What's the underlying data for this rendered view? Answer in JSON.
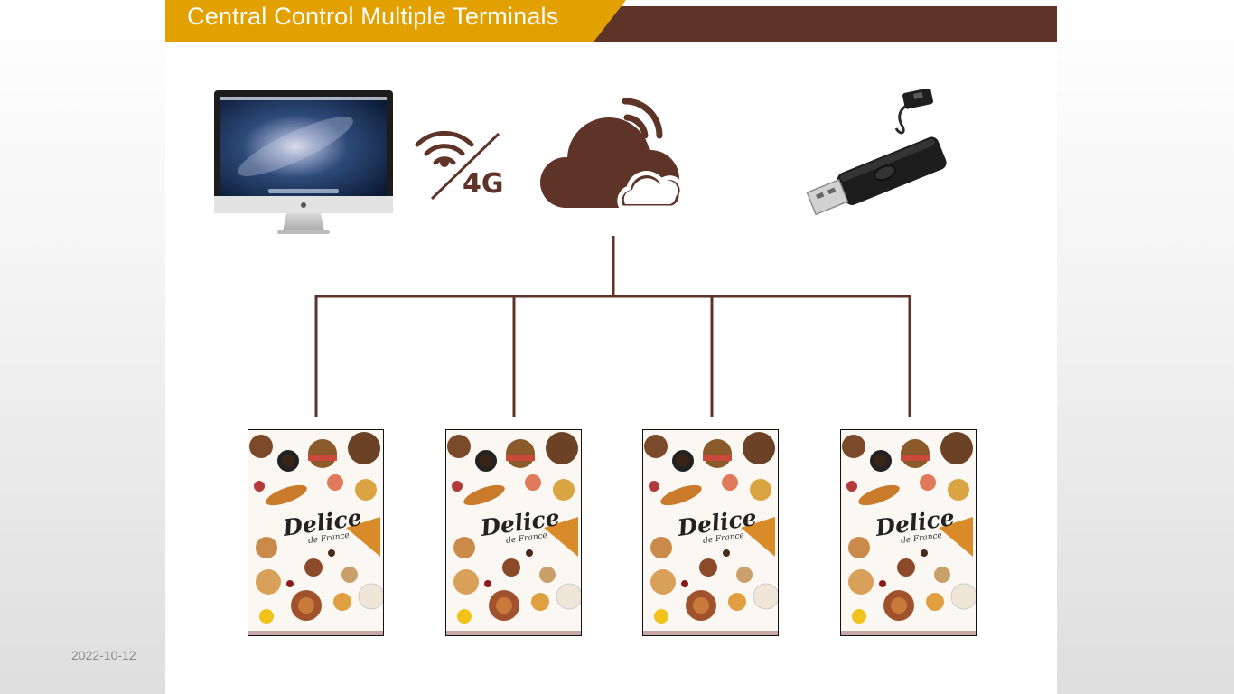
{
  "header": {
    "title": "Central Control Multiple Terminals"
  },
  "footer": {
    "date": "2022-10-12"
  },
  "network": {
    "label": "4G"
  },
  "diagram": {
    "nodes": [
      "computer-monitor",
      "wifi-4g",
      "cloud",
      "usb-drive"
    ],
    "terminals": [
      {
        "brand": "Delice",
        "sub": "de France"
      },
      {
        "brand": "Delice",
        "sub": "de France"
      },
      {
        "brand": "Delice",
        "sub": "de France"
      },
      {
        "brand": "Delice",
        "sub": "de France"
      }
    ]
  },
  "colors": {
    "brown": "#5e3328",
    "gold": "#e2a100",
    "line": "#5e3328"
  }
}
